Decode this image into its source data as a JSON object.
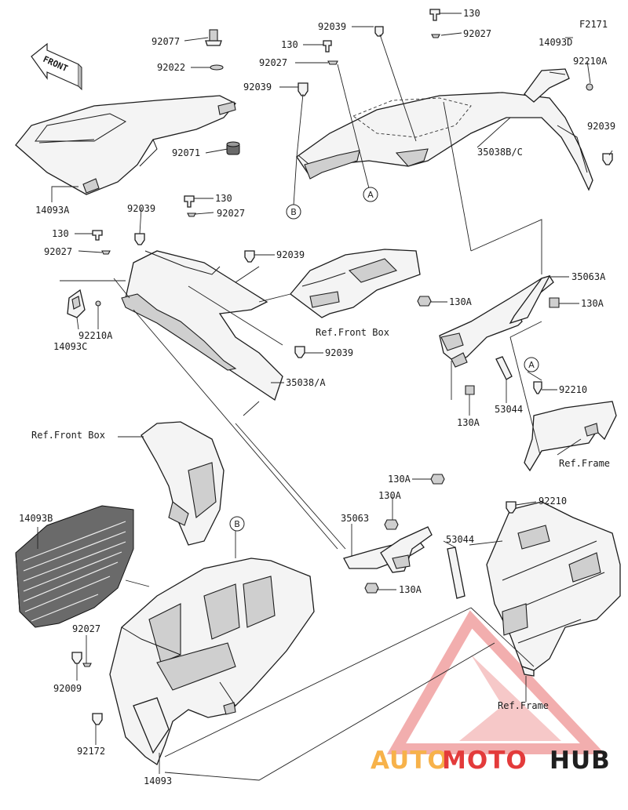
{
  "figure_code": "F2171",
  "front_arrow": "FRONT",
  "watermark": {
    "auto": "AUTO",
    "moto": "MOTO",
    "hub": "HUB",
    "auto_color": "#f7b24a",
    "moto_color": "#e33b3b",
    "hub_color": "#1f1f1f"
  },
  "callouts": {
    "a": "A",
    "b": "B"
  },
  "labels": {
    "p92077": "92077",
    "p92022": "92022",
    "p92071": "92071",
    "p14093a": "14093A",
    "p130_top": "130",
    "p92039_top": "92039",
    "p92027_top": "92027",
    "p130_tl": "130",
    "p92027_tl": "92027",
    "p92039_tl": "92039",
    "p14093d": "14093D",
    "p92210a_tr": "92210A",
    "p92039_right": "92039",
    "p35038bc": "35038B/C",
    "p130_mid": "130",
    "p92039_mid": "92039",
    "p92027_mid": "92027",
    "p130_left": "130",
    "p92027_left": "92027",
    "p92039_center": "92039",
    "p14093c": "14093C",
    "p92210a_left": "92210A",
    "ref_front_box_1": "Ref.Front Box",
    "p92039_low": "92039",
    "p35038a": "35038/A",
    "p35063a": "35063A",
    "p130a_1": "130A",
    "p130a_2": "130A",
    "p130a_3": "130A",
    "p53044_1": "53044",
    "p92210_1": "92210",
    "ref_frame_1": "Ref.Frame",
    "ref_front_box_2": "Ref.Front Box",
    "p14093b": "14093B",
    "p130a_4": "130A",
    "p130a_5": "130A",
    "p35063": "35063",
    "p53044_2": "53044",
    "p92210_2": "92210",
    "p130a_6": "130A",
    "p92027_bl": "92027",
    "p92009": "92009",
    "p92172": "92172",
    "p14093": "14093",
    "ref_frame_2": "Ref.Frame"
  }
}
